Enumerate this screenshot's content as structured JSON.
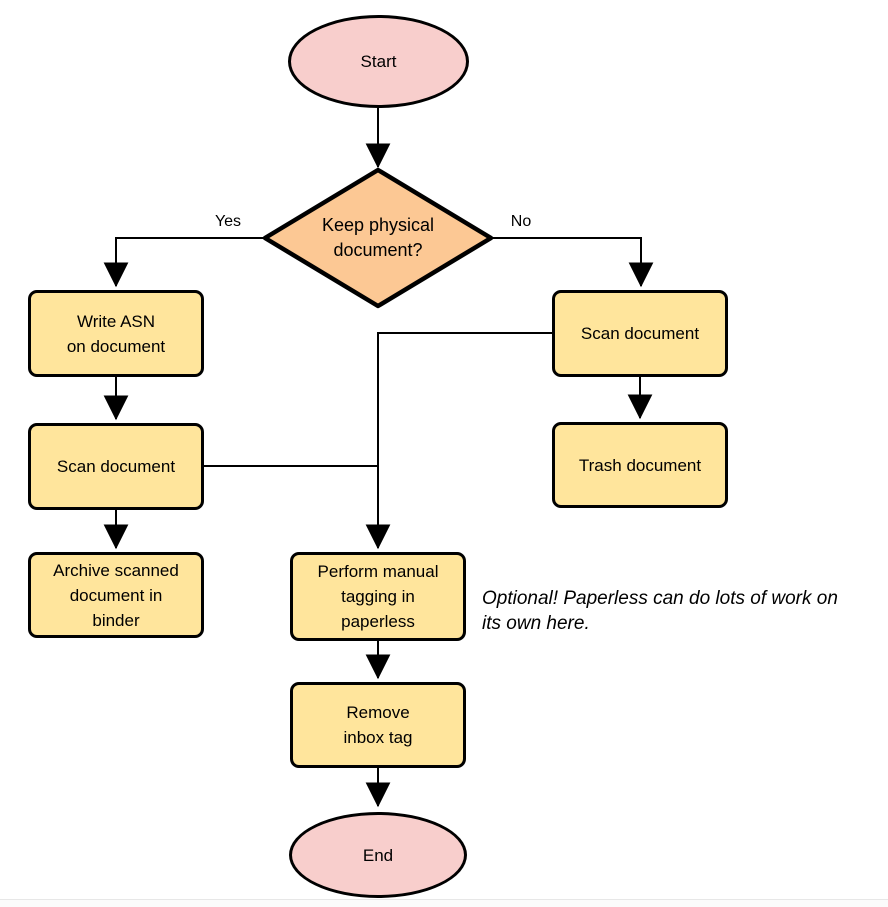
{
  "diagram_type": "flowchart",
  "colors": {
    "background": "#ffffff",
    "terminal_fill": "#f8cecc",
    "decision_fill": "#fcc894",
    "process_fill": "#ffe59c",
    "stroke": "#000000",
    "edge_color": "#000000",
    "text_color": "#000000"
  },
  "nodes": {
    "start": {
      "type": "terminal",
      "lines": [
        "Start"
      ]
    },
    "decision": {
      "type": "decision",
      "lines": [
        "Keep physical",
        "document?"
      ]
    },
    "write_asn": {
      "type": "process",
      "lines": [
        "Write ASN",
        "on document"
      ]
    },
    "scan_left": {
      "type": "process",
      "lines": [
        "Scan document"
      ]
    },
    "archive": {
      "type": "process",
      "lines": [
        "Archive scanned",
        "document in",
        "binder"
      ]
    },
    "scan_right": {
      "type": "process",
      "lines": [
        "Scan document"
      ]
    },
    "trash": {
      "type": "process",
      "lines": [
        "Trash document"
      ]
    },
    "tagging": {
      "type": "process",
      "lines": [
        "Perform manual",
        "tagging in",
        "paperless"
      ]
    },
    "remove_inbox": {
      "type": "process",
      "lines": [
        "Remove",
        "inbox tag"
      ]
    },
    "end": {
      "type": "terminal",
      "lines": [
        "End"
      ]
    }
  },
  "edge_labels": {
    "yes": "Yes",
    "no": "No"
  },
  "note": {
    "lines": [
      "Optional! Paperless can do lots of work on",
      "its own here."
    ]
  }
}
